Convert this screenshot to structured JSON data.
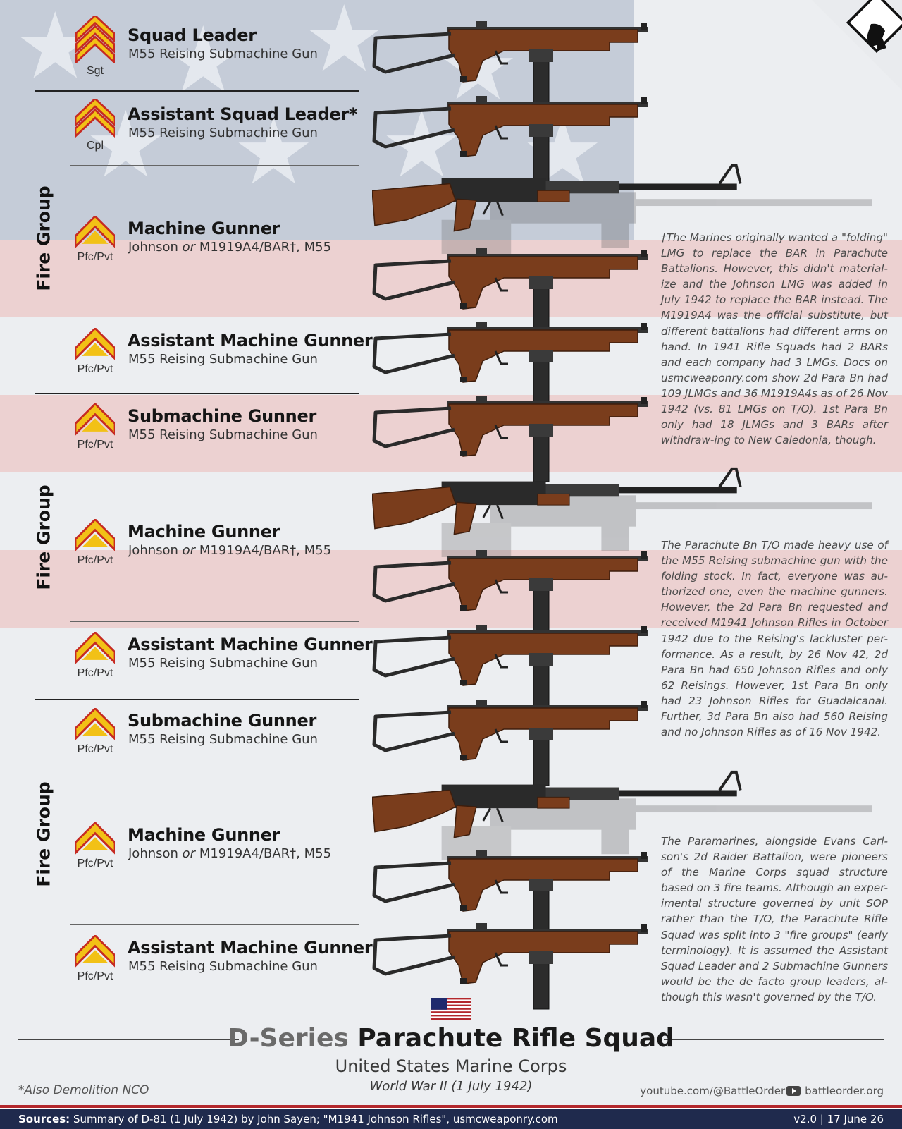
{
  "brand": {
    "logo_icon": "battleorder-horse-head-icon"
  },
  "fire_group_label": "Fire Group",
  "roles": [
    {
      "rank_abbr": "Sgt",
      "rank_icon": "sergeant-chevron-icon",
      "title": "Squad Leader",
      "weapon": "M55 Reising Submachine Gun"
    },
    {
      "rank_abbr": "Cpl",
      "rank_icon": "corporal-chevron-icon",
      "title": "Assistant Squad Leader*",
      "weapon": "M55 Reising Submachine Gun"
    },
    {
      "rank_abbr": "Pfc/Pvt",
      "rank_icon": "pfc-chevron-icon",
      "title": "Machine Gunner",
      "weapon_pre": "Johnson",
      "weapon_or": "or",
      "weapon_post": "M1919A4/BAR†, M55"
    },
    {
      "rank_abbr": "Pfc/Pvt",
      "rank_icon": "pfc-chevron-icon",
      "title": "Assistant Machine Gunner",
      "weapon": "M55 Reising Submachine Gun"
    },
    {
      "rank_abbr": "Pfc/Pvt",
      "rank_icon": "pfc-chevron-icon",
      "title": "Submachine Gunner",
      "weapon": "M55 Reising Submachine Gun"
    },
    {
      "rank_abbr": "Pfc/Pvt",
      "rank_icon": "pfc-chevron-icon",
      "title": "Machine Gunner",
      "weapon_pre": "Johnson",
      "weapon_or": "or",
      "weapon_post": "M1919A4/BAR†, M55"
    },
    {
      "rank_abbr": "Pfc/Pvt",
      "rank_icon": "pfc-chevron-icon",
      "title": "Assistant Machine Gunner",
      "weapon": "M55 Reising Submachine Gun"
    },
    {
      "rank_abbr": "Pfc/Pvt",
      "rank_icon": "pfc-chevron-icon",
      "title": "Submachine Gunner",
      "weapon": "M55 Reising Submachine Gun"
    },
    {
      "rank_abbr": "Pfc/Pvt",
      "rank_icon": "pfc-chevron-icon",
      "title": "Machine Gunner",
      "weapon_pre": "Johnson",
      "weapon_or": "or",
      "weapon_post": "M1919A4/BAR†, M55"
    },
    {
      "rank_abbr": "Pfc/Pvt",
      "rank_icon": "pfc-chevron-icon",
      "title": "Assistant Machine Gunner",
      "weapon": "M55 Reising Submachine Gun"
    }
  ],
  "notes": [
    "†The Marines originally wanted a \"folding\" LMG to replace the BAR in Parachute Battalions. However, this didn't material-ize and the Johnson LMG was added in July 1942 to replace the BAR instead. The M1919A4 was the official substitute, but different battalions had different arms on hand. In 1941 Rifle Squads had 2 BARs and each company had 3 LMGs. Docs on usmcweaponry.com show 2d Para Bn had 109 JLMGs and 36 M1919A4s as of 26 Nov 1942 (vs. 81 LMGs on T/O). 1st Para Bn only had 18 JLMGs and 3 BARs after withdraw-ing to New Caledonia, though.",
    "The Parachute Bn T/O made heavy use of the M55 Reising submachine gun with the folding stock. In fact, everyone was au-thorized one, even the machine gunners. However, the 2d Para Bn requested and received M1941 Johnson Rifles in October 1942 due to the Reising's lackluster per-formance. As a result, by 26 Nov 42, 2d Para Bn had 650 Johnson Rifles and only 62 Reisings. However, 1st Para Bn only had 23 Johnson Rifles for Guadalcanal. Further, 3d Para Bn also had 560 Reising and no Johnson Rifles as of 16 Nov 1942.",
    "The Paramarines, alongside Evans Carl-son's 2d Raider Battalion, were pioneers of the Marine Corps squad structure based on 3 fire teams. Although an exper-imental structure governed by unit SOP rather than the T/O, the Parachute Rifle Squad was split into 3 \"fire groups\" (early terminology). It is assumed the Assistant Squad Leader and 2 Submachine Gunners would be the de facto group leaders, al-though this wasn't governed by the T/O."
  ],
  "title": {
    "prefix": "D-Series",
    "main": "Parachute Rifle Squad",
    "subtitle": "United States Marine Corps",
    "date": "World War II (1 July 1942)",
    "flag_icon": "us-flag-icon"
  },
  "footnote": "*Also Demolition NCO",
  "credits": {
    "youtube": "youtube.com/@BattleOrder",
    "site": "battleorder.org"
  },
  "footer": {
    "sources_label": "Sources:",
    "sources_text": "Summary of D-81 (1 July 1942) by John Sayen; \"M1941 Johnson Rifles\", usmcweaponry.com",
    "version": "v2.0 | 17 June 26"
  },
  "colors": {
    "chevron_gold": "#f2c116",
    "chevron_red": "#c62a22",
    "wood": "#7a3d1c",
    "footer_navy": "#1f2a4d",
    "footer_red": "#b3282d"
  }
}
